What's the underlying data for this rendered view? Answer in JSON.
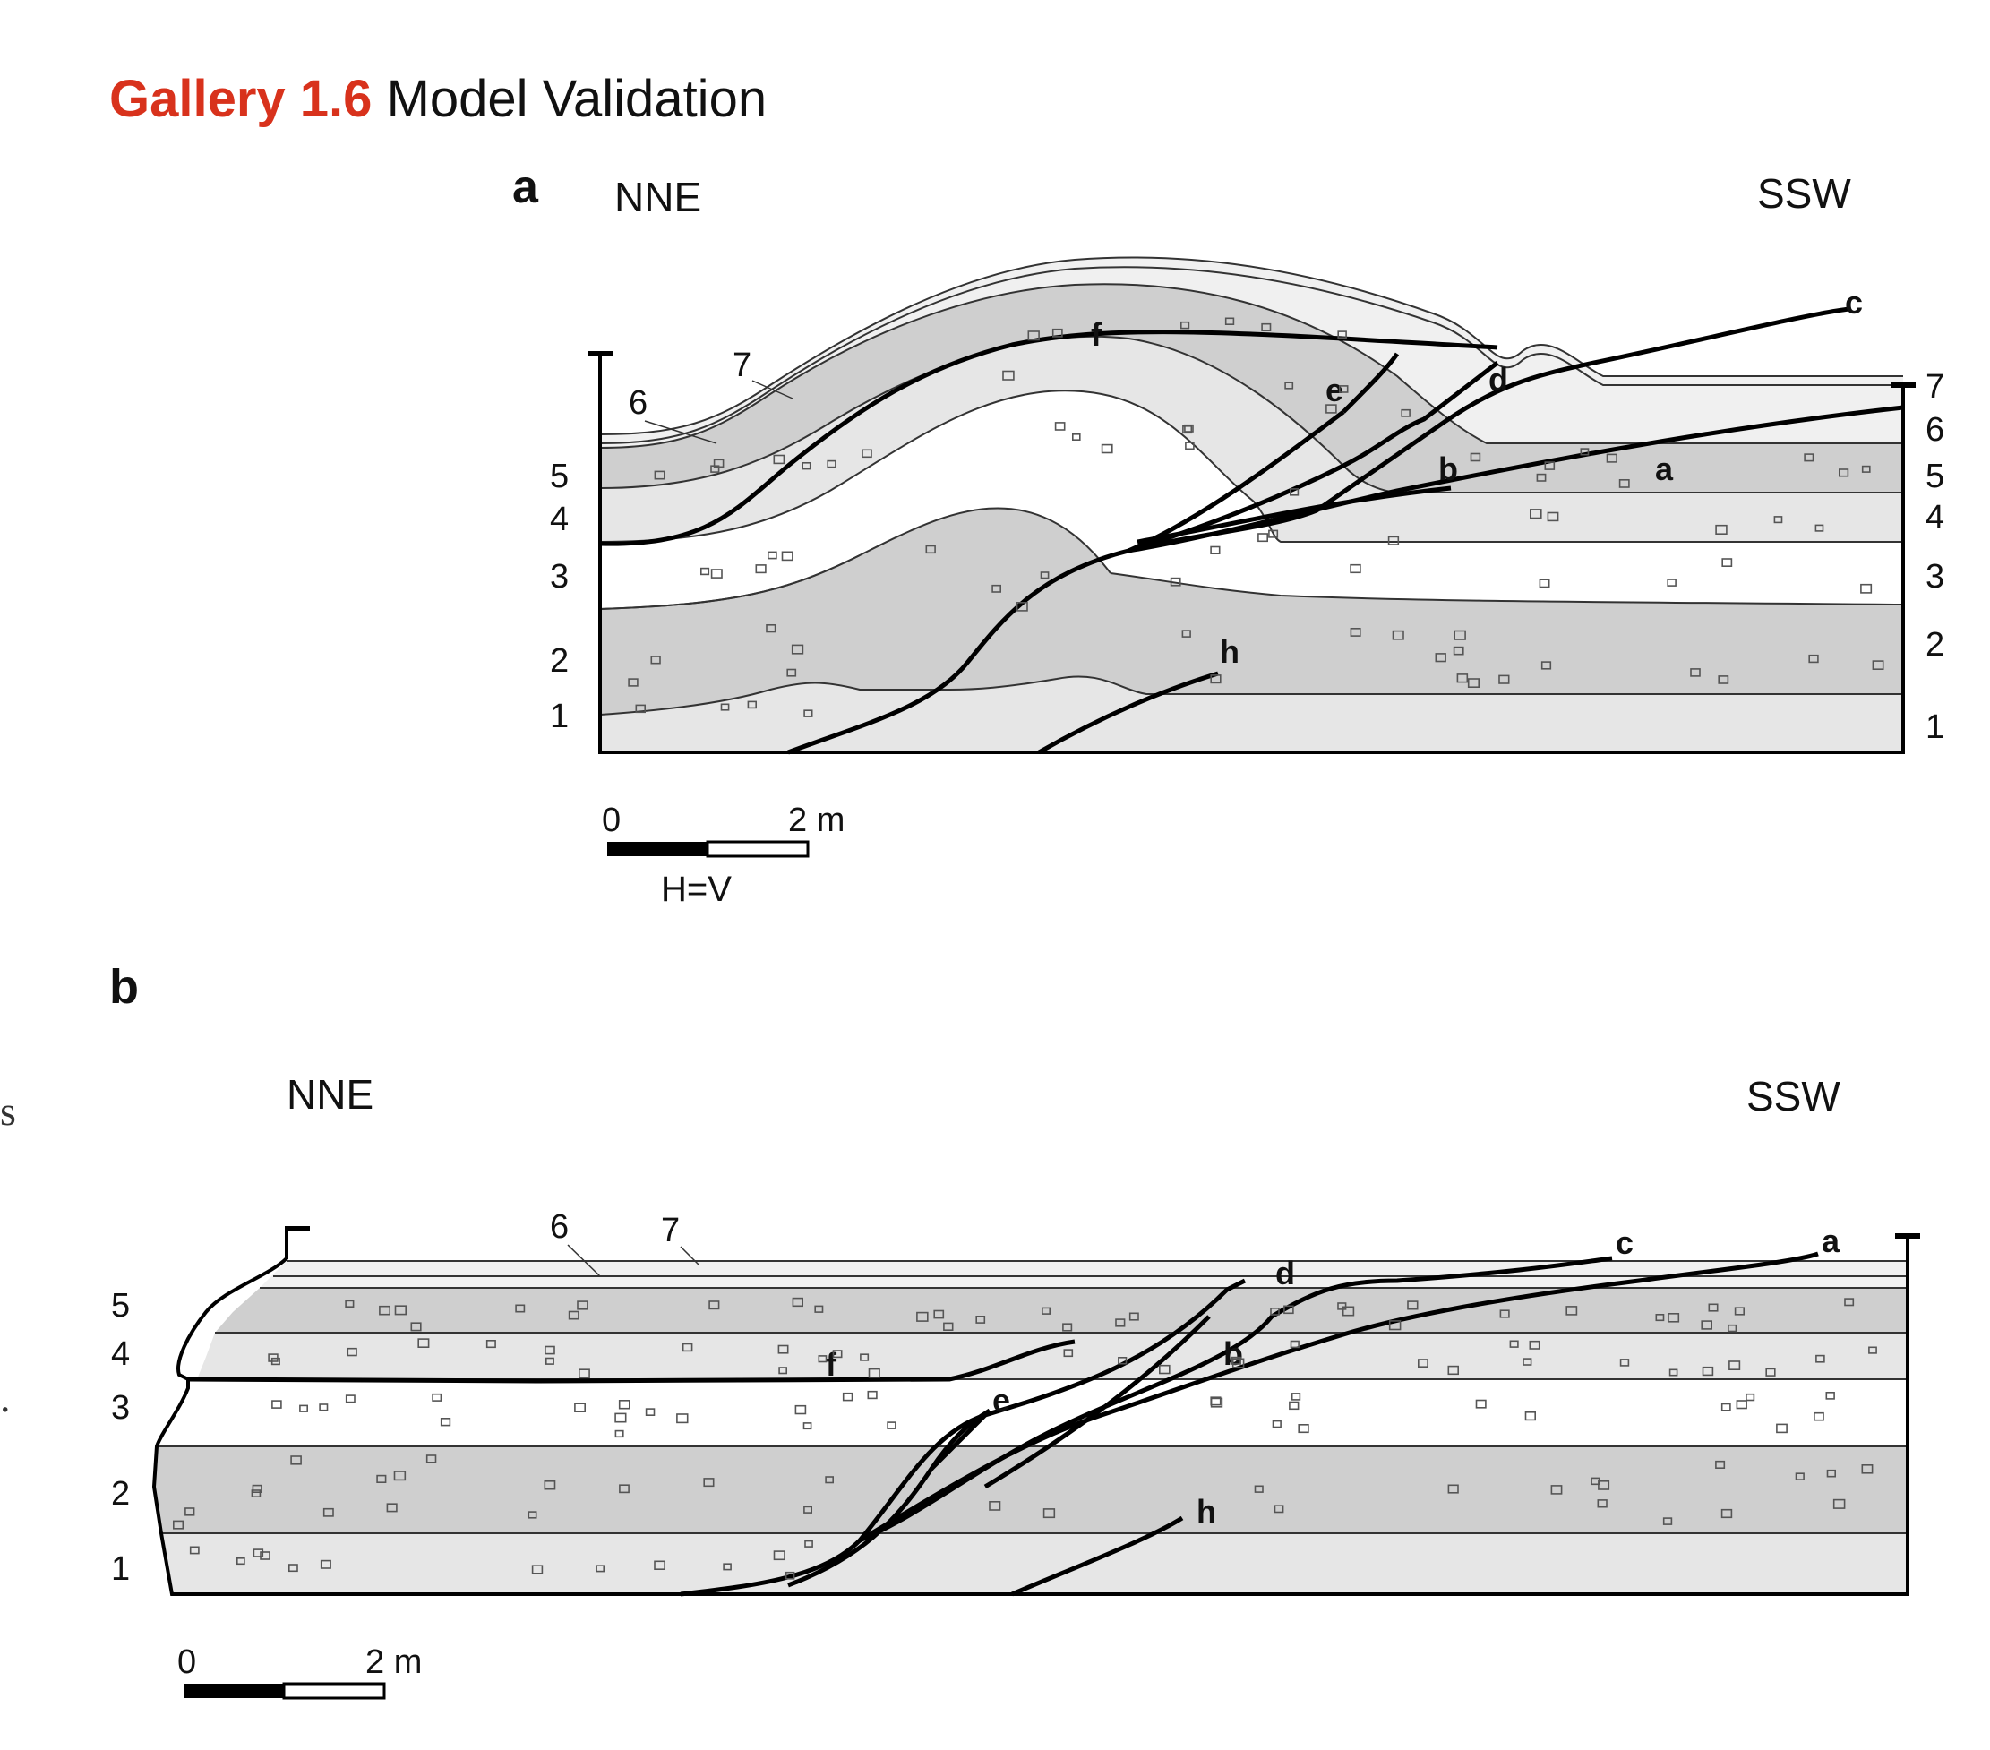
{
  "gallery": {
    "number": "Gallery 1.6",
    "title": "Model Validation"
  },
  "stray_glyphs": [
    "s",
    "."
  ],
  "panel_a": {
    "letter": "a",
    "left_direction": "NNE",
    "right_direction": "SSW",
    "layer_numbers_left": [
      "5",
      "4",
      "3",
      "2",
      "1"
    ],
    "layer_numbers_right": [
      "7",
      "6",
      "5",
      "4",
      "3",
      "2",
      "1"
    ],
    "top_unit_labels": [
      "6",
      "7"
    ],
    "fault_labels": [
      "a",
      "b",
      "c",
      "d",
      "e",
      "f",
      "h"
    ],
    "scale": {
      "zero": "0",
      "length": "2 m",
      "ratio": "H=V"
    }
  },
  "panel_b": {
    "letter": "b",
    "left_direction": "NNE",
    "right_direction": "SSW",
    "layer_numbers_left": [
      "5",
      "4",
      "3",
      "2",
      "1"
    ],
    "top_unit_labels": [
      "6",
      "7"
    ],
    "fault_labels": [
      "a",
      "b",
      "c",
      "d",
      "e",
      "f",
      "h"
    ],
    "scale": {
      "zero": "0",
      "length": "2 m"
    }
  },
  "colors": {
    "gallery_number": "#d8321c",
    "light_layer": "#e6e6e6",
    "dark_layer": "#cfcfcf",
    "white_layer": "#ffffff",
    "fault_line": "#000000"
  },
  "icons": [
    "well-marker-icon"
  ]
}
